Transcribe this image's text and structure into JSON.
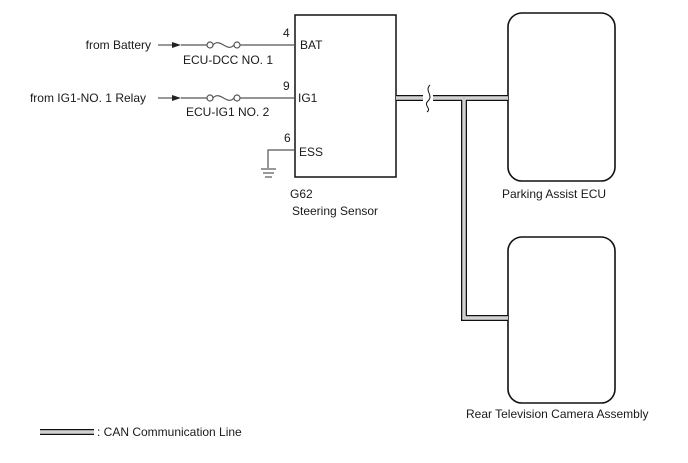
{
  "diagram": {
    "inputs": [
      {
        "source_label": "from Battery",
        "fuse_label": "ECU-DCC NO. 1",
        "pin": "4",
        "terminal": "BAT"
      },
      {
        "source_label": "from IG1-NO. 1 Relay",
        "fuse_label": "ECU-IG1 NO. 2",
        "pin": "9",
        "terminal": "IG1"
      }
    ],
    "ground": {
      "pin": "6",
      "terminal": "ESS"
    },
    "sensor": {
      "code": "G62",
      "name": "Steering Sensor"
    },
    "ecus": [
      {
        "name": "Parking Assist ECU"
      },
      {
        "name": "Rear Television Camera Assembly"
      }
    ],
    "legend": {
      "text": ": CAN Communication Line"
    },
    "colors": {
      "line": "#111111",
      "wire": "#555555",
      "background": "#ffffff"
    }
  }
}
